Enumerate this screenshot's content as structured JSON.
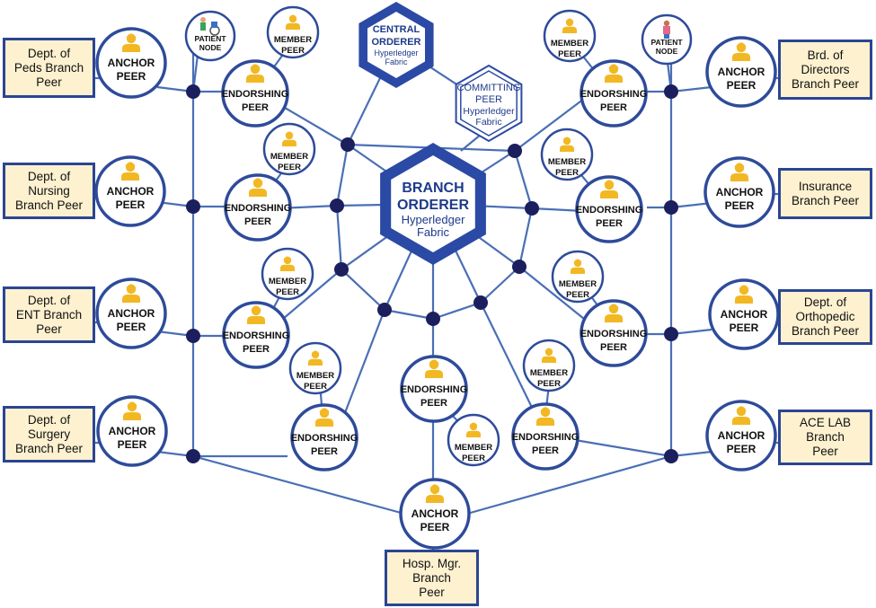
{
  "colors": {
    "line": "#4a6fb5",
    "ring": "#2e4b9a",
    "hub": "#1c1f5e",
    "hex": "#2b4aa5",
    "person": "#f2b824",
    "box_fill": "#fdf1cf"
  },
  "icons": {
    "person": "person-icon",
    "patient": "patient-figure-icon"
  },
  "branches": {
    "peds": "Dept. of\nPeds Branch\nPeer",
    "nursing": "Dept. of\nNursing\nBranch Peer",
    "ent": "Dept. of\nENT Branch\nPeer",
    "surgery": "Dept. of\nSurgery\nBranch Peer",
    "directors": "Brd. of\nDirectors\nBranch Peer",
    "insurance": "Insurance\nBranch Peer",
    "ortho": "Dept. of\nOrthopedic\nBranch Peer",
    "acelab": "ACE LAB\nBranch\nPeer",
    "hospmgr": "Hosp. Mgr.\nBranch\nPeer"
  },
  "peer_labels": {
    "anchor": [
      "ANCHOR",
      "PEER"
    ],
    "endorsing": [
      "ENDORSHING",
      "PEER"
    ],
    "member": [
      "MEMBER",
      "PEER"
    ],
    "patient": [
      "PATIENT",
      "NODE"
    ]
  },
  "central_orderer": {
    "title": [
      "CENTRAL",
      "ORDERER"
    ],
    "sub": [
      "Hyperledger",
      "Fabric"
    ]
  },
  "committing_peer": {
    "title": [
      "COMMITTING",
      "PEER"
    ],
    "sub": [
      "Hyperledger",
      "Fabric"
    ]
  },
  "branch_orderer": {
    "title": [
      "BRANCH",
      "ORDERER"
    ],
    "sub": [
      "Hyperledger",
      "Fabric"
    ]
  }
}
